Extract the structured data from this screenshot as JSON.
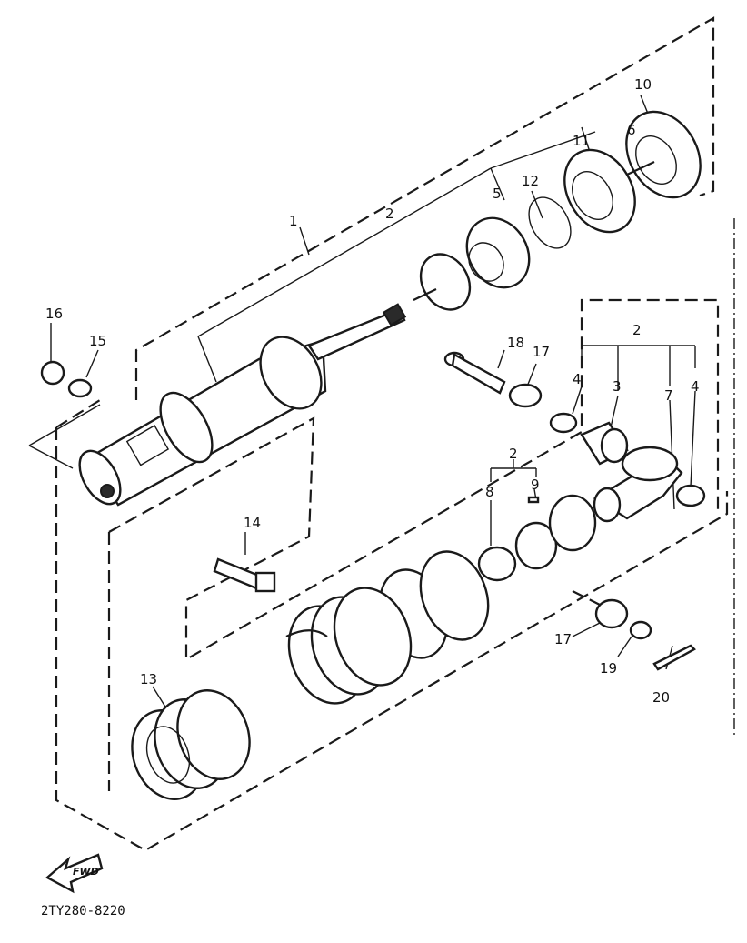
{
  "diagram": {
    "part_numbers": {
      "p1": "1",
      "p2a": "2",
      "p2b": "2",
      "p2c": "2",
      "p3": "3",
      "p4a": "4",
      "p4b": "4",
      "p5": "5",
      "p6": "6",
      "p7": "7",
      "p8": "8",
      "p9": "9",
      "p10": "10",
      "p11": "11",
      "p12": "12",
      "p13": "13",
      "p14": "14",
      "p15": "15",
      "p16": "16",
      "p17a": "17",
      "p17b": "17",
      "p18": "18",
      "p19": "19",
      "p20": "20"
    },
    "fwd_label": "FWD",
    "drawing_code": "2TY280-8220"
  }
}
